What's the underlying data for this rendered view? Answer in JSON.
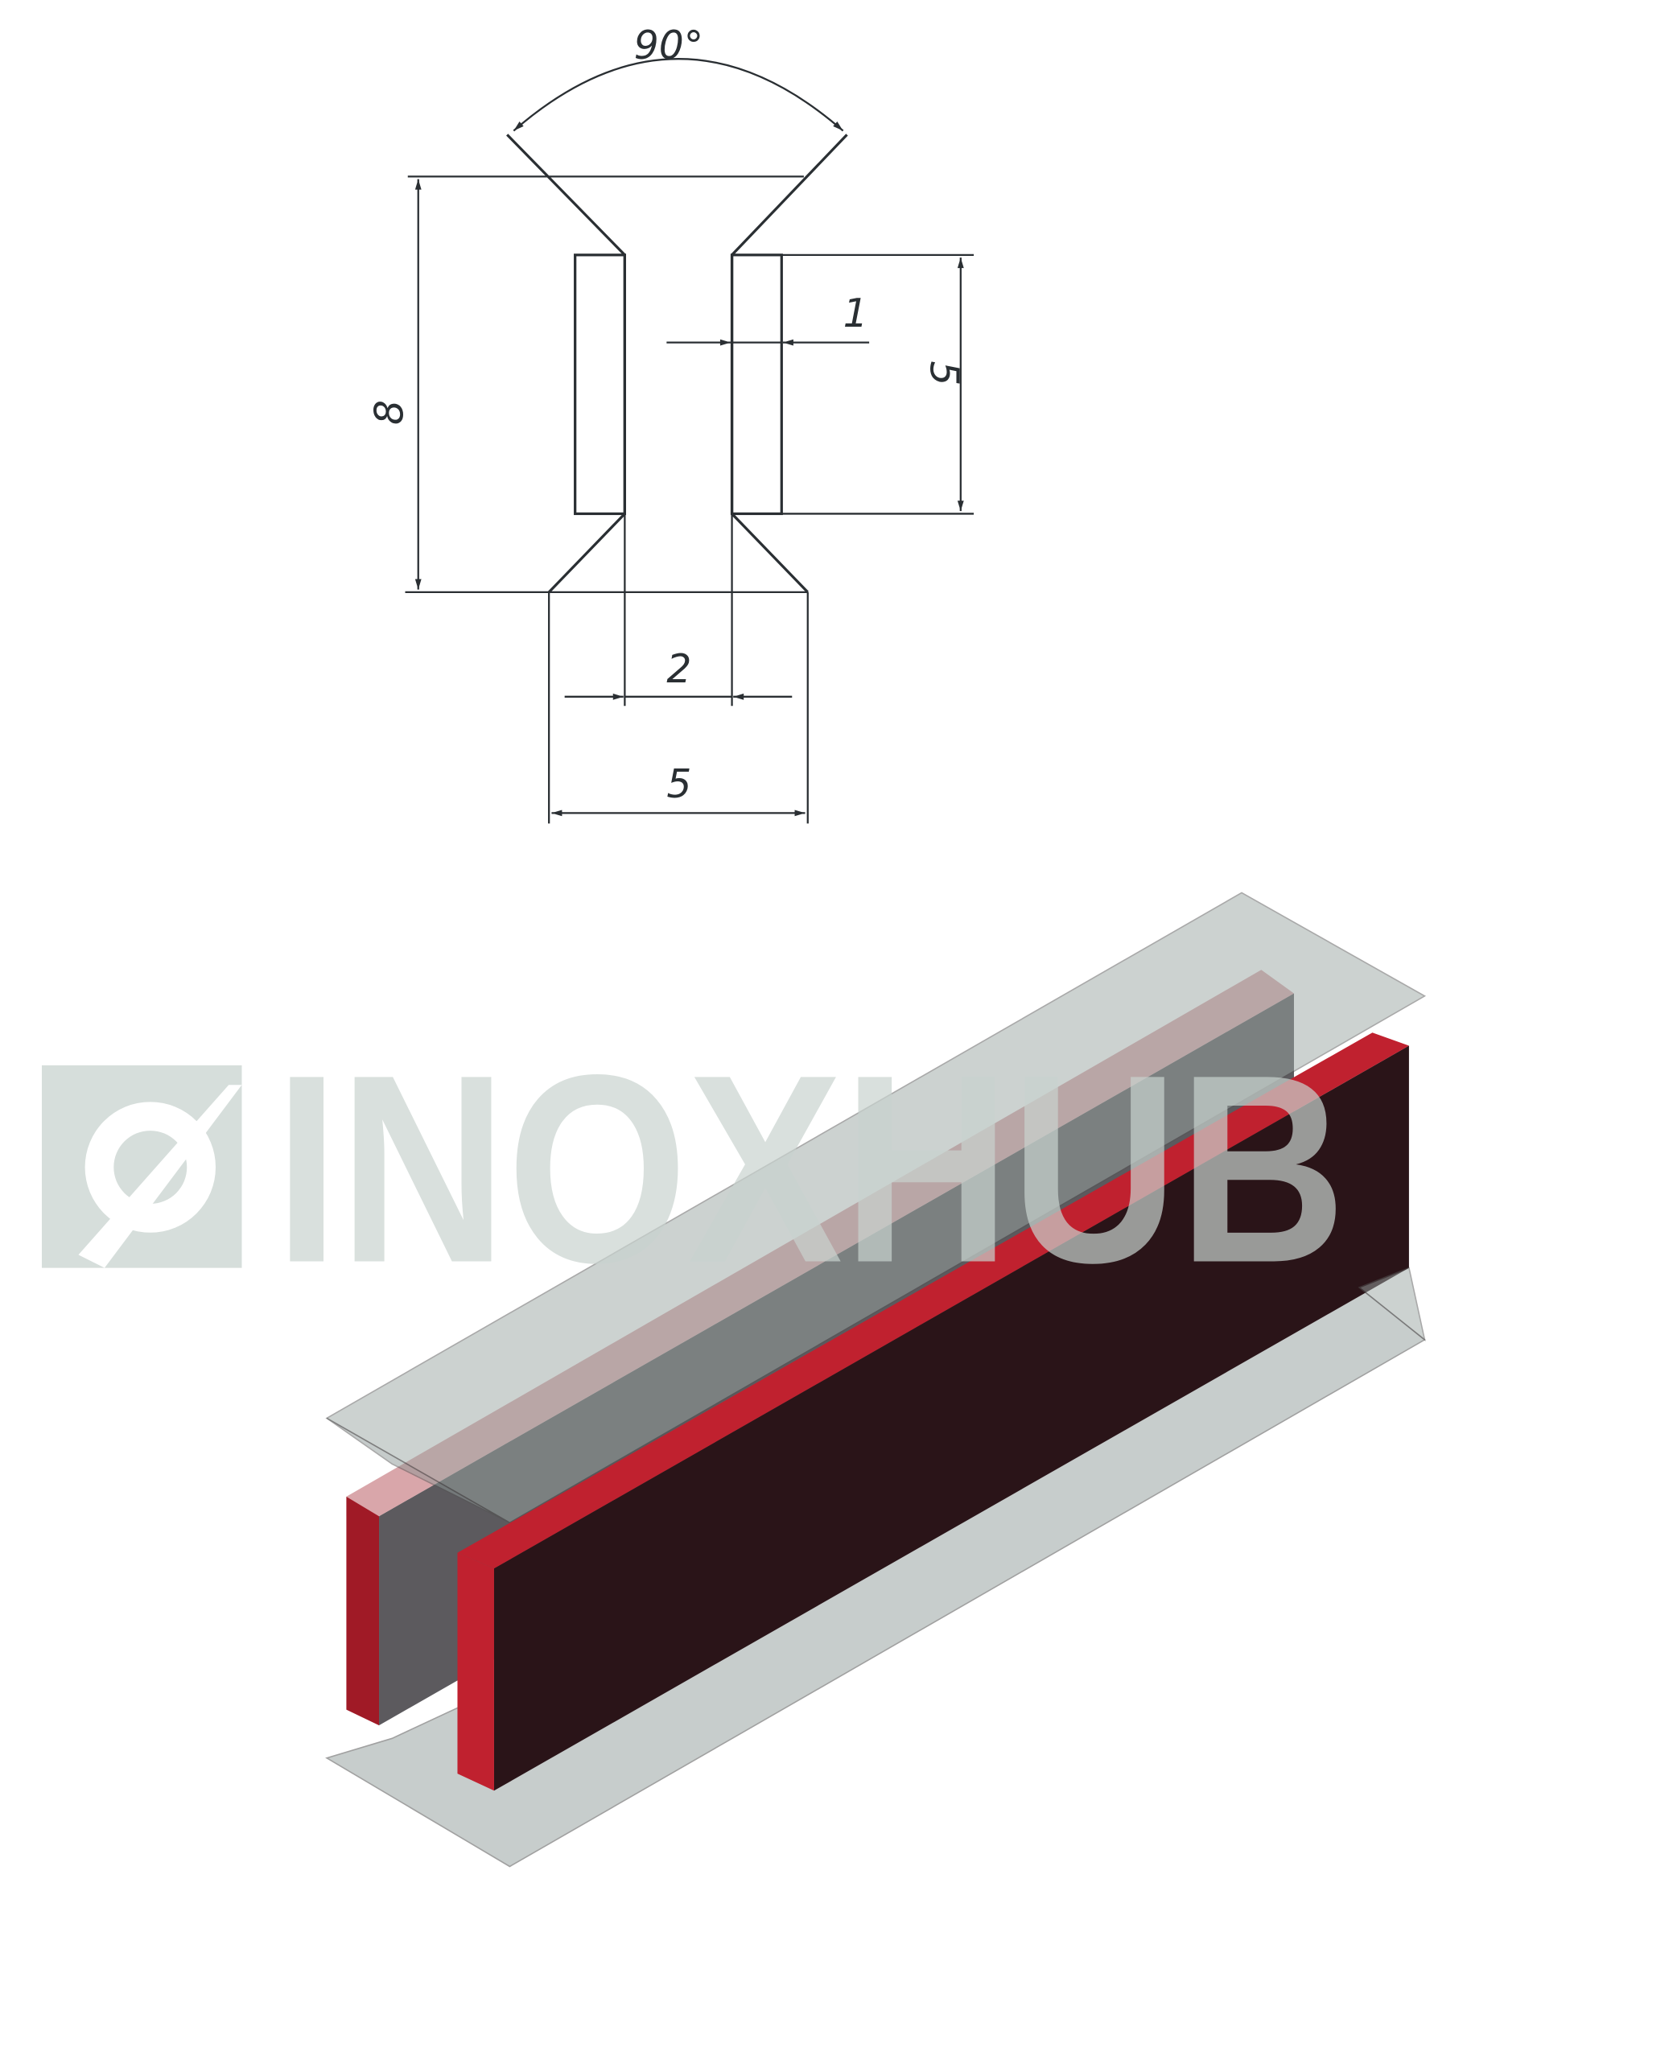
{
  "drawing": {
    "dimensions": {
      "angle": "90°",
      "total_height": "8",
      "plate_height": "5",
      "plate_thickness": "1",
      "gap_width": "2",
      "total_width": "5"
    }
  },
  "watermark": {
    "text": "INOXHUB"
  },
  "colors": {
    "line": "#2a2f33",
    "plate_red": "#c0212f",
    "plate_dark": "#2a1418",
    "glass": "#9aa6a3",
    "watermark": "#c9d3cf"
  }
}
